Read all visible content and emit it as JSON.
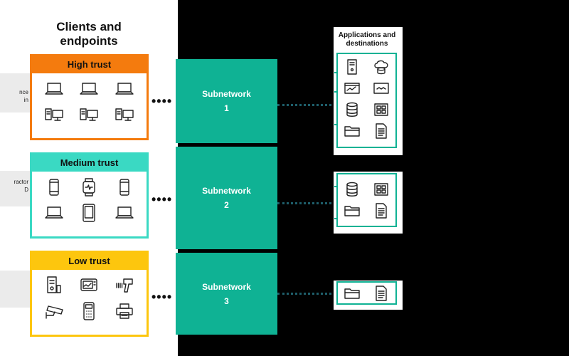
{
  "left_panel": {
    "title": "Clients and endpoints",
    "stripes": [
      {
        "text": "nce\nin"
      },
      {
        "text": "ractor\nD"
      },
      {
        "text": ""
      }
    ]
  },
  "tiers": [
    {
      "label": "High trust",
      "border_color": "#f47b0e",
      "header_color": "#f47b0e",
      "icons": [
        "laptop-icon",
        "laptop-icon",
        "laptop-icon",
        "desktop-icon",
        "desktop-icon",
        "desktop-icon"
      ]
    },
    {
      "label": "Medium trust",
      "border_color": "#3ad9c3",
      "header_color": "#3ad9c3",
      "icons": [
        "smartphone-icon",
        "smartwatch-icon",
        "smartphone-icon",
        "laptop-icon",
        "tablet-icon",
        "laptop-icon"
      ]
    },
    {
      "label": "Low trust",
      "border_color": "#fdc60e",
      "header_color": "#fdc60e",
      "icons": [
        "server-tower-icon",
        "monitor-device-icon",
        "barcode-scanner-icon",
        "security-camera-icon",
        "pos-terminal-icon",
        "printer-icon"
      ]
    }
  ],
  "subnetworks": [
    {
      "label": "Subnetwork",
      "number": "1"
    },
    {
      "label": "Subnetwork",
      "number": "2"
    },
    {
      "label": "Subnetwork",
      "number": "3"
    }
  ],
  "applications": {
    "title": "Applications and destinations",
    "groups": [
      {
        "icons": [
          "server-icon",
          "cloud-database-icon",
          "browser-window-icon",
          "app-window-icon",
          "database-icon",
          "dashboard-icon",
          "folder-icon",
          "document-icon"
        ]
      },
      {
        "icons": [
          "database-icon",
          "dashboard-icon",
          "folder-icon",
          "document-icon"
        ]
      },
      {
        "icons": [
          "folder-icon",
          "document-icon"
        ]
      }
    ]
  },
  "colors": {
    "subnet": "#0fb294",
    "app_frame": "#0fb294",
    "connector": "#1e5e6a"
  }
}
